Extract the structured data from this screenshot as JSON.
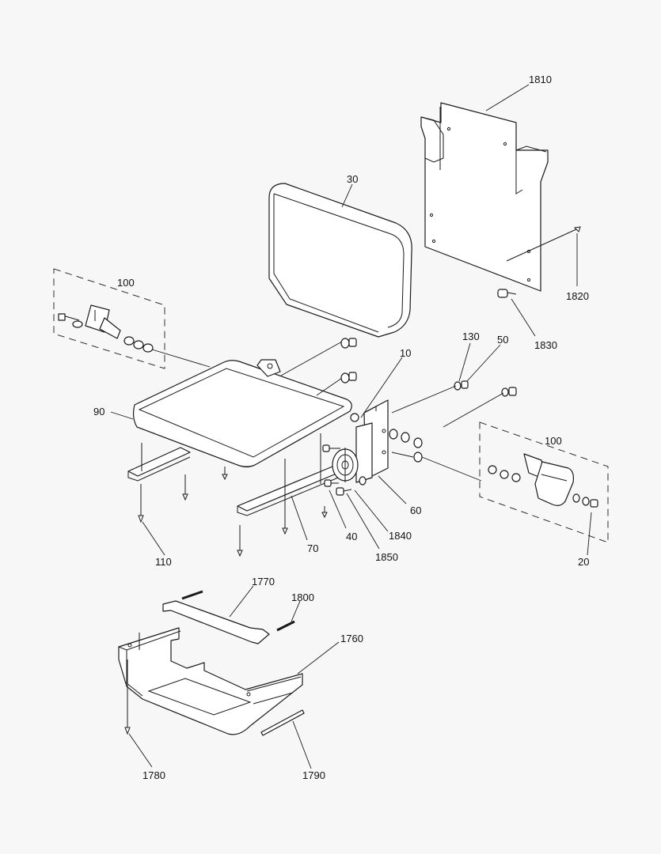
{
  "diagram": {
    "background": "#f7f7f7",
    "line_color": "#1a1a1a",
    "callouts": {
      "c1810": "1810",
      "c30": "30",
      "c1820": "1820",
      "c1830": "1830",
      "c100a": "100",
      "c10": "10",
      "c130": "130",
      "c50": "50",
      "c90": "90",
      "c100b": "100",
      "c60": "60",
      "c1840": "1840",
      "c40": "40",
      "c70": "70",
      "c1850": "1850",
      "c20": "20",
      "c110": "110",
      "c1770": "1770",
      "c1800": "1800",
      "c1760": "1760",
      "c1780": "1780",
      "c1790": "1790"
    }
  }
}
